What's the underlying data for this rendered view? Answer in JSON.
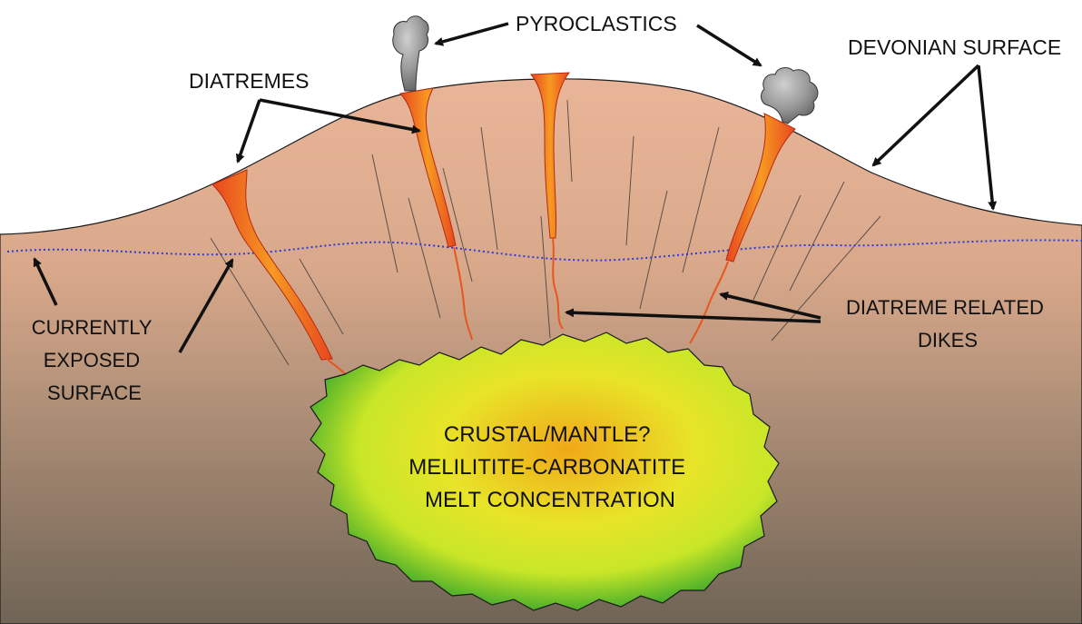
{
  "labels": {
    "pyroclastics": "PYROCLASTICS",
    "diatremes": "DIATREMES",
    "devonian_surface": "DEVONIAN SURFACE",
    "currently_exposed": [
      "CURRENTLY",
      "EXPOSED",
      "SURFACE"
    ],
    "diatreme_dikes": [
      "DIATREME RELATED",
      "DIKES"
    ],
    "melt": [
      "CRUSTAL/MANTLE?",
      "MELILITITE-CARBONATITE",
      "MELT CONCENTRATION"
    ]
  },
  "colors": {
    "upper_crust": "#e9b598",
    "lower_crust_top": "#b8957c",
    "lower_crust_bottom": "#6f6455",
    "diatreme": "#f0522a",
    "diatreme_core": "#f7a020",
    "exposed_surface_line": "#2b3bdc",
    "melt_center": "#f0a818",
    "melt_mid": "#e8f028",
    "melt_edge": "#3aa82a",
    "smoke": "#8a8a8a"
  }
}
